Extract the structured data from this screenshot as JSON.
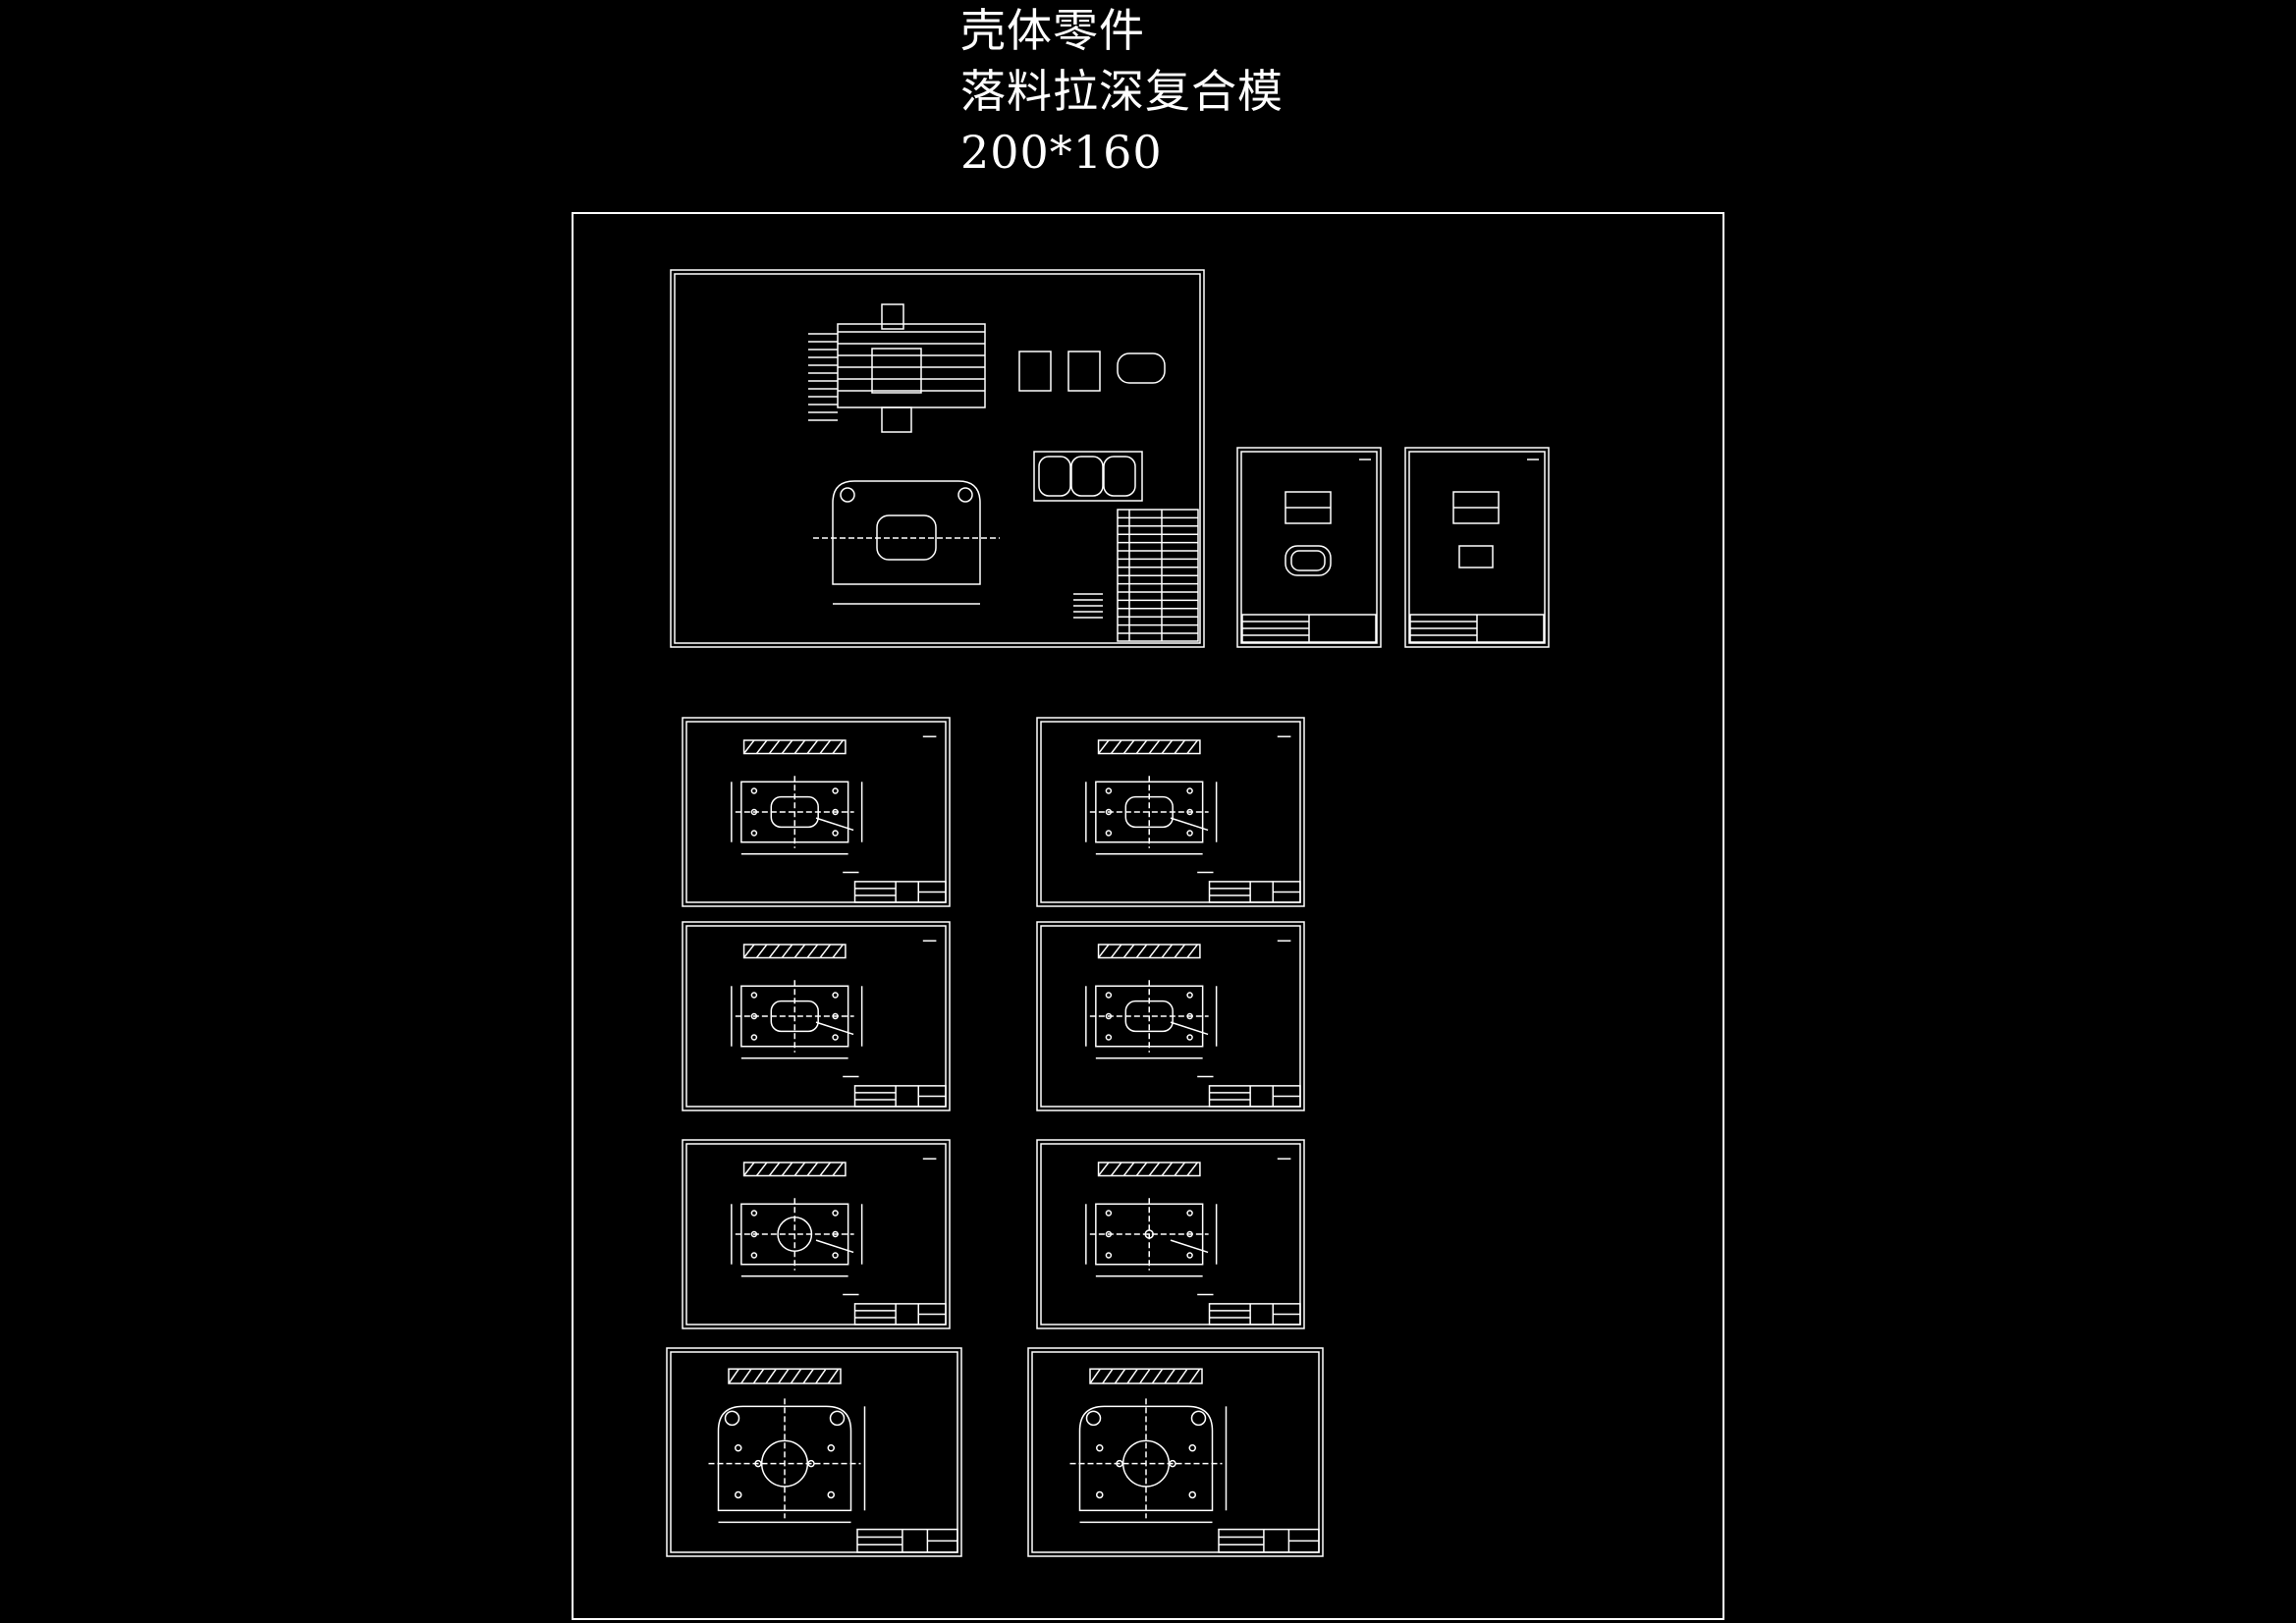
{
  "drawing_title": {
    "line1": "壳体零件",
    "line2": "落料拉深复合模",
    "line3": "200*160"
  },
  "colors": {
    "background": "#000000",
    "lines": "#ffffff"
  },
  "sheets": [
    {
      "id": "assembly",
      "kind": "assembly"
    },
    {
      "id": "part-a",
      "kind": "part-portrait"
    },
    {
      "id": "part-b",
      "kind": "part-portrait"
    },
    {
      "id": "plate-1",
      "kind": "plate"
    },
    {
      "id": "plate-2",
      "kind": "plate"
    },
    {
      "id": "plate-3",
      "kind": "plate"
    },
    {
      "id": "plate-4",
      "kind": "plate"
    },
    {
      "id": "plate-5",
      "kind": "plate"
    },
    {
      "id": "plate-6",
      "kind": "plate"
    },
    {
      "id": "base-1",
      "kind": "base"
    },
    {
      "id": "base-2",
      "kind": "base"
    }
  ]
}
